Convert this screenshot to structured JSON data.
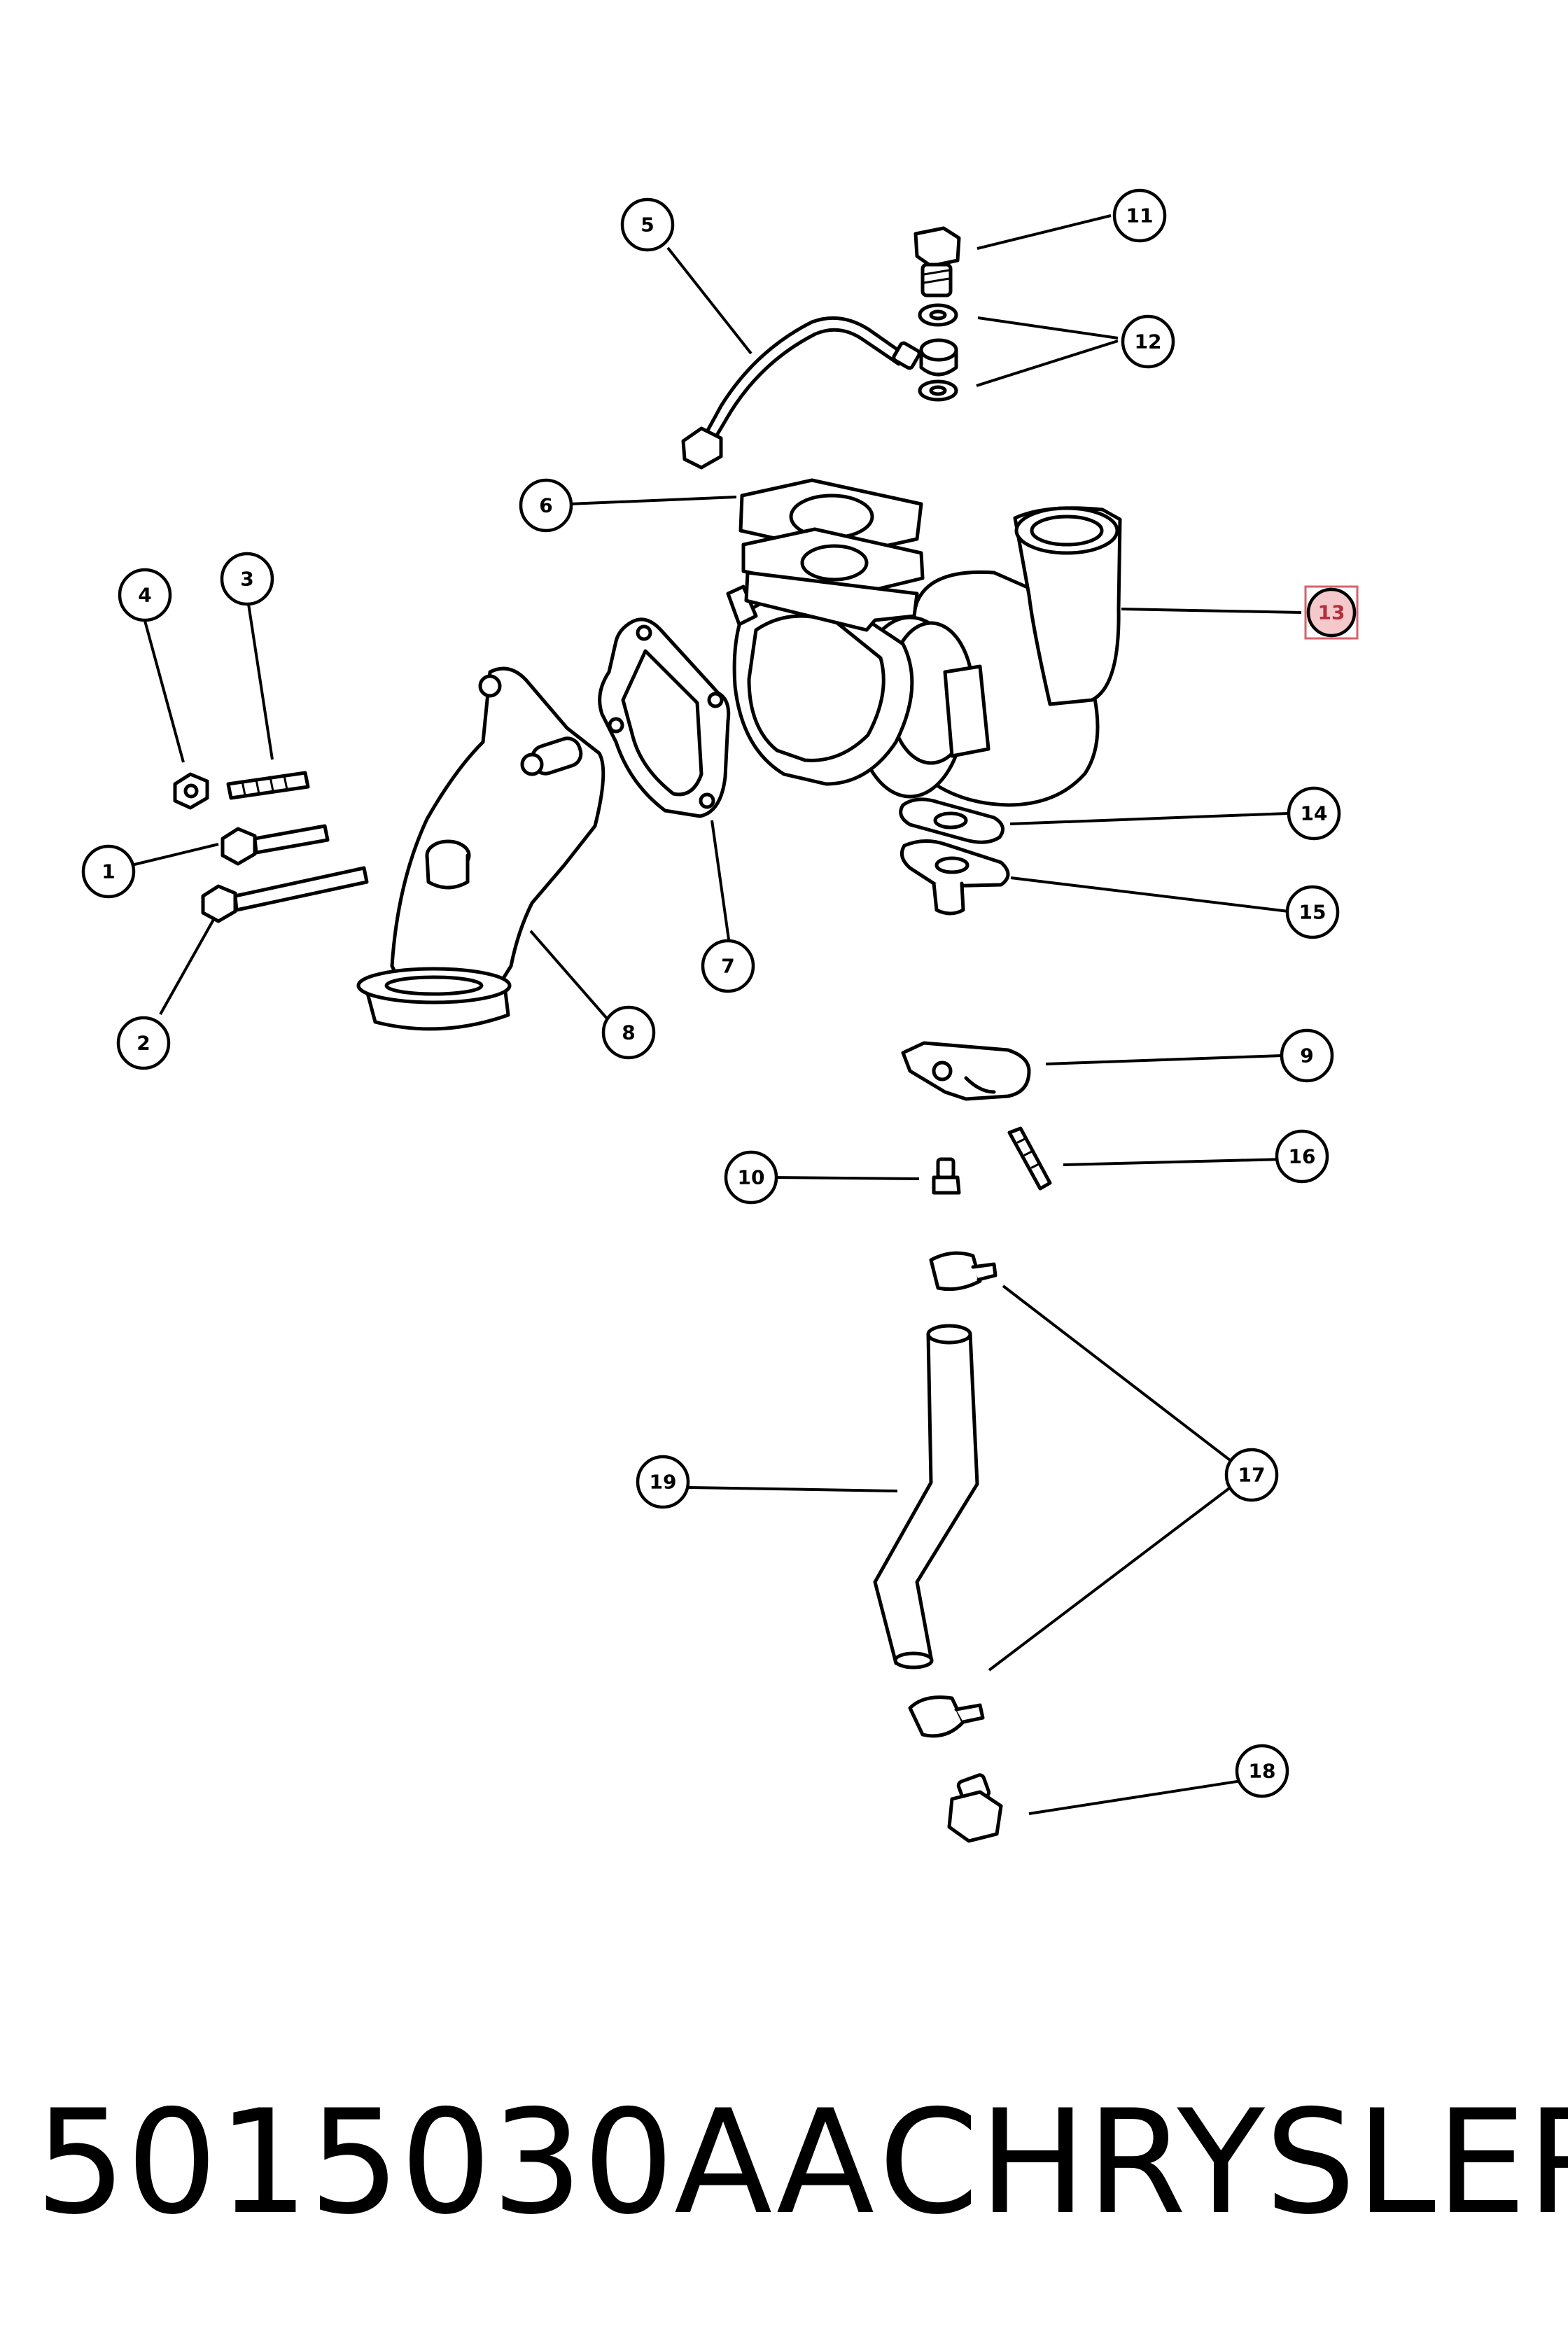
{
  "diagram": {
    "callouts": [
      "1",
      "2",
      "3",
      "4",
      "5",
      "6",
      "7",
      "8",
      "9",
      "10",
      "11",
      "12",
      "13",
      "14",
      "15",
      "16",
      "17",
      "18",
      "19"
    ],
    "highlighted_callout": "13"
  },
  "caption": {
    "part_number": "5015030AA",
    "brand": "CHRYSLER"
  }
}
